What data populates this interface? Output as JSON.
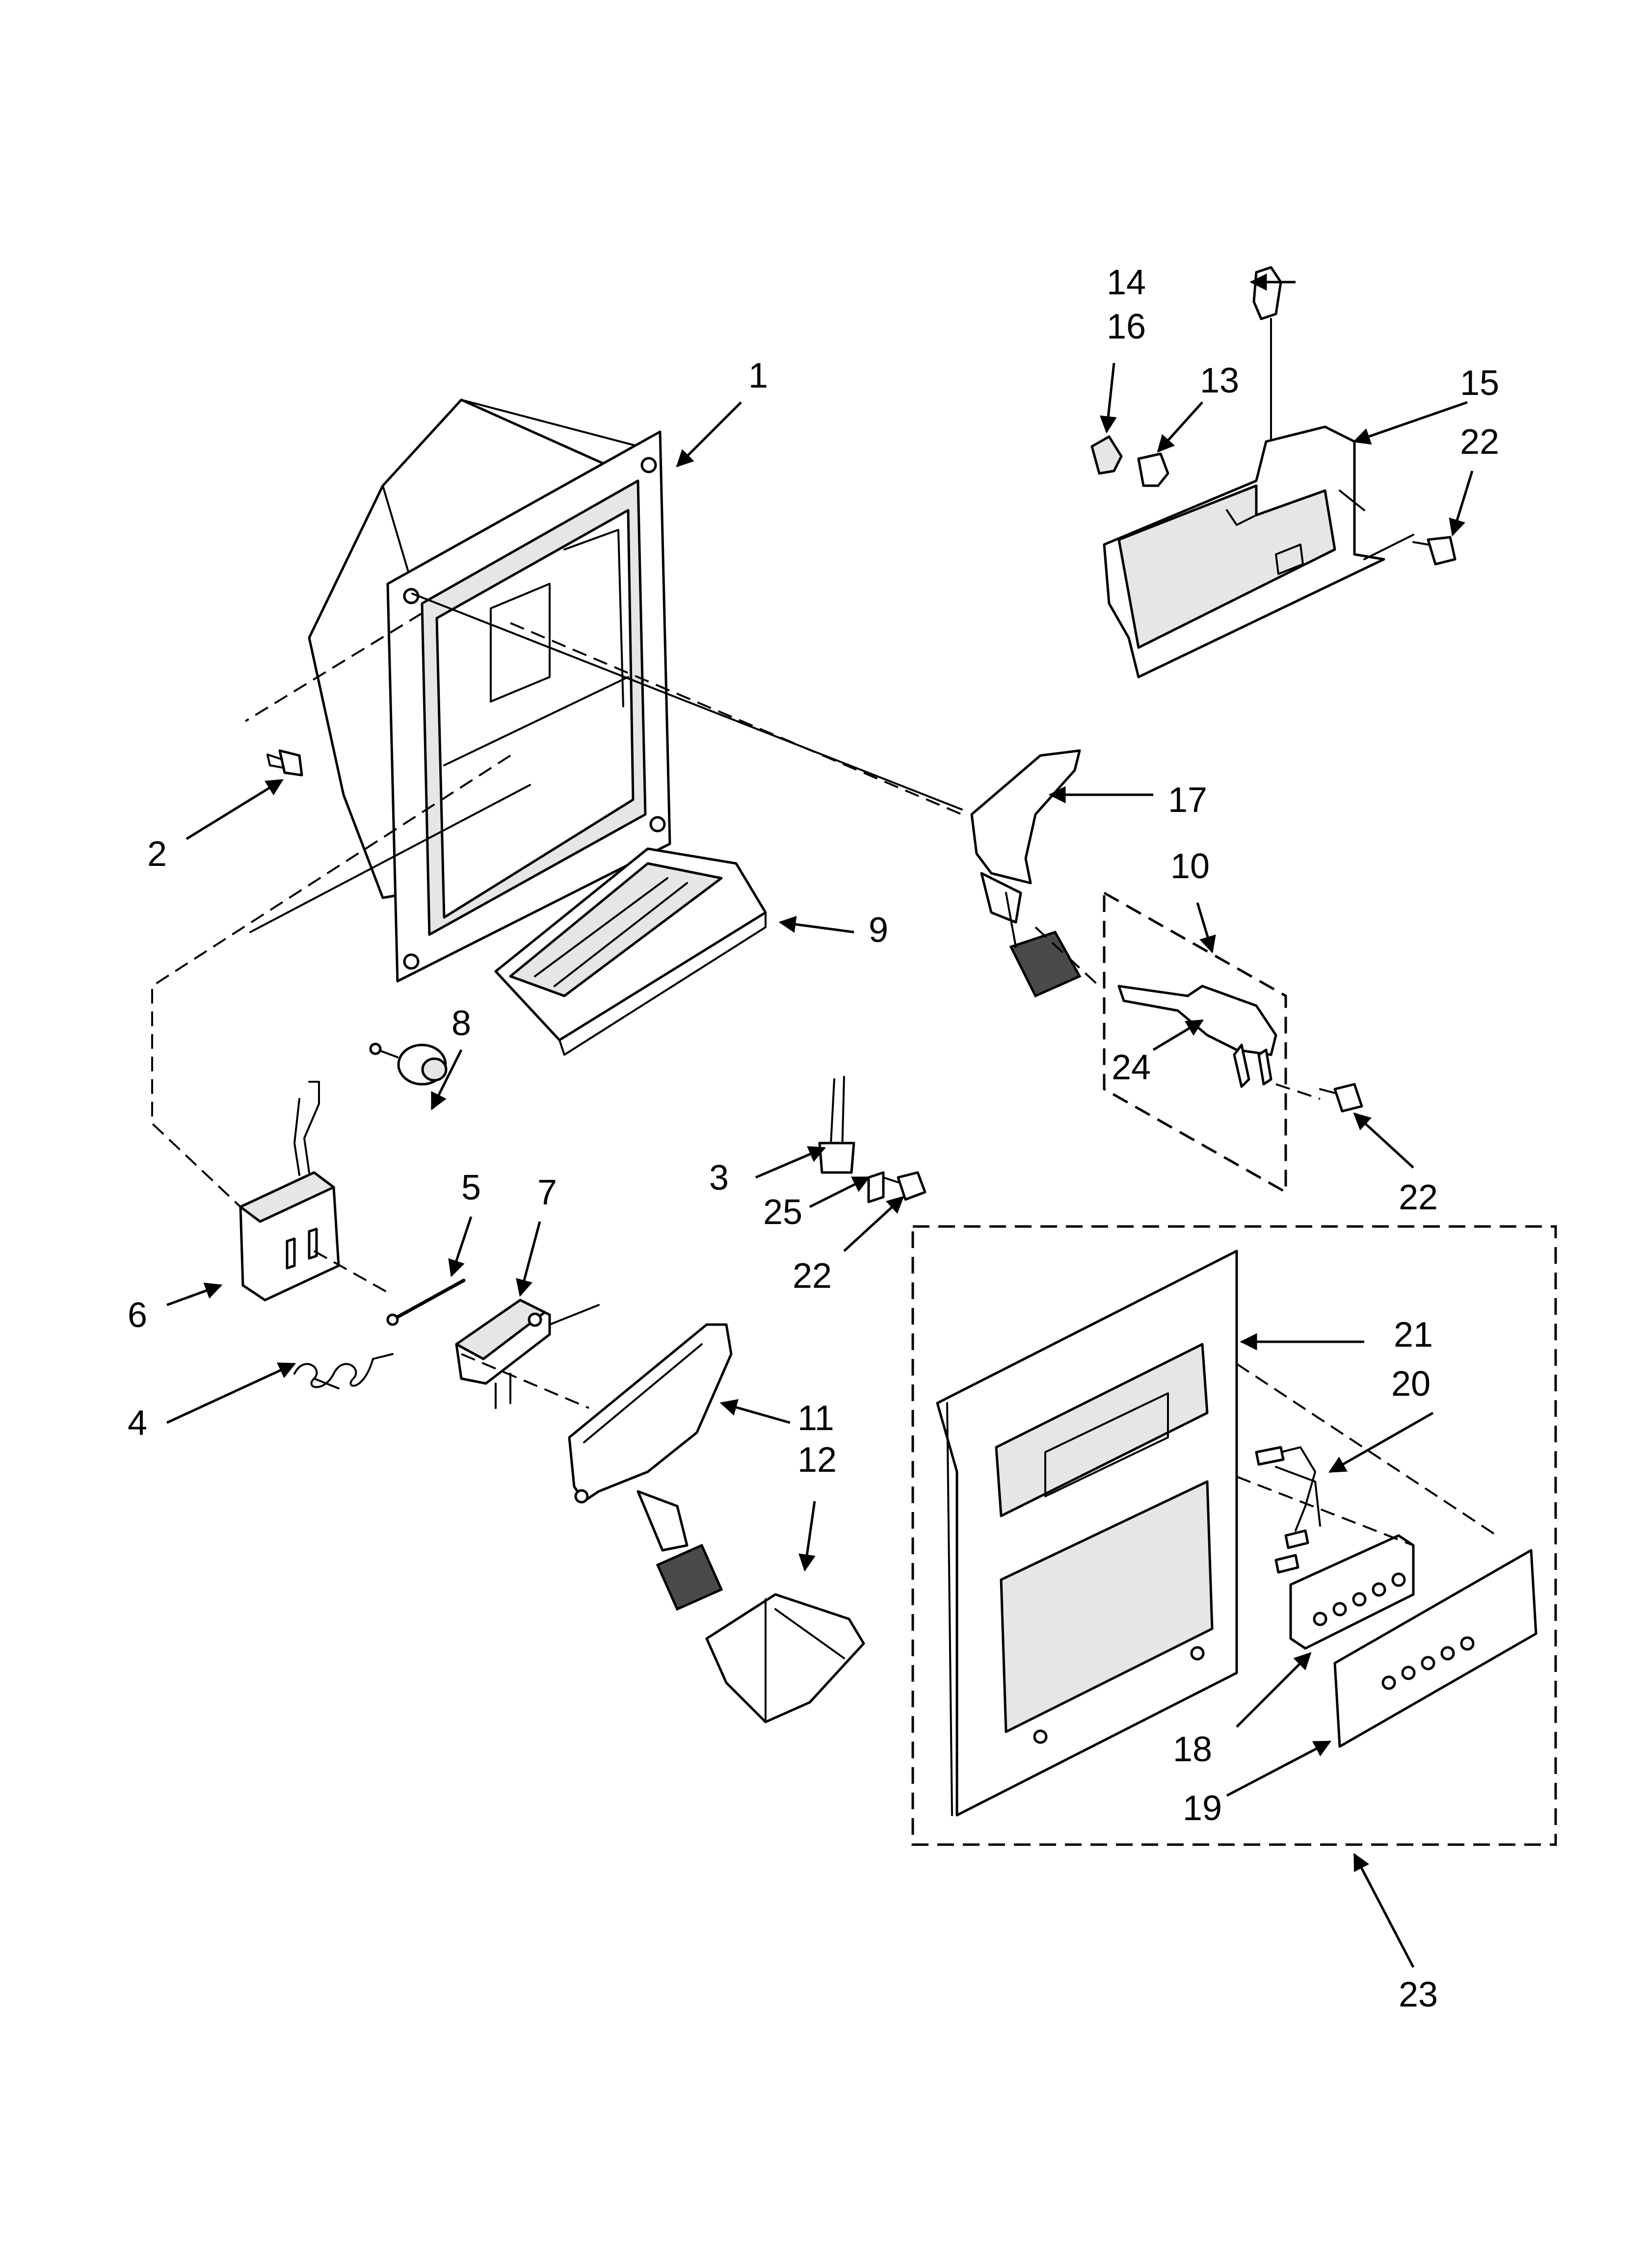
{
  "callouts": {
    "c1": "1",
    "c2": "2",
    "c3": "3",
    "c4": "4",
    "c5": "5",
    "c6": "6",
    "c7": "7",
    "c8": "8",
    "c9": "9",
    "c10": "10",
    "c11": "11",
    "c12": "12",
    "c13": "13",
    "c14": "14",
    "c15": "15",
    "c16": "16",
    "c17": "17",
    "c18": "18",
    "c19": "19",
    "c20": "20",
    "c21": "21",
    "c22a": "22",
    "c22b": "22",
    "c22c": "22",
    "c23": "23",
    "c24": "24",
    "c25": "25"
  }
}
